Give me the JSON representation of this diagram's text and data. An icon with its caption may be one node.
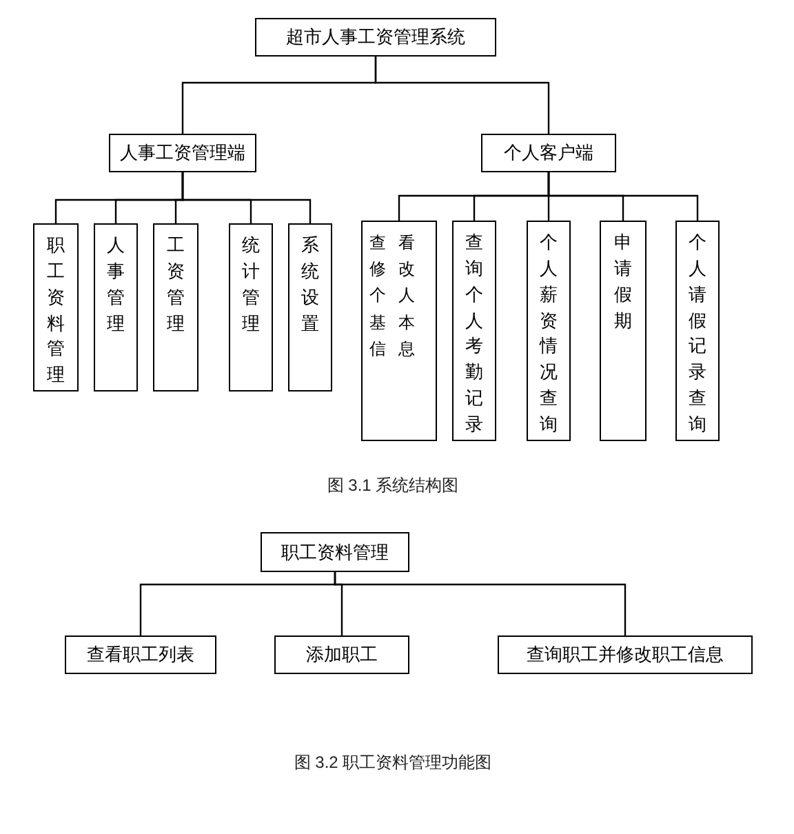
{
  "diagram": {
    "nodes": [
      {
        "text": [
          "超市人事工资管理系统"
        ]
      },
      {
        "text": [
          "人事工资管理端"
        ]
      },
      {
        "text": [
          "个人客户端"
        ]
      },
      {
        "text": [
          "职工资料管理"
        ]
      },
      {
        "text": [
          "人事管理"
        ]
      },
      {
        "text": [
          "工资管理"
        ]
      },
      {
        "text": [
          "统计管理"
        ]
      },
      {
        "text": [
          "系统设置"
        ]
      },
      {
        "text": [
          "查看修改个人基本信息"
        ]
      },
      {
        "text": [
          "查询个人考勤记录"
        ]
      },
      {
        "text": [
          "个人薪资情况查询"
        ]
      },
      {
        "text": [
          "申请假期"
        ]
      },
      {
        "text": [
          "个人请假记录查询"
        ]
      },
      {
        "text": [
          "职工资料管理"
        ]
      },
      {
        "text": [
          "查看职工列表"
        ]
      },
      {
        "text": [
          "添加职工"
        ]
      },
      {
        "text": [
          "查询职工并修改职工信息"
        ]
      }
    ],
    "edges": [
      {
        "from": 0,
        "to": 1,
        "arrow": "none"
      },
      {
        "from": 0,
        "to": 2,
        "arrow": "none"
      },
      {
        "from": 1,
        "to": 3,
        "arrow": "none"
      },
      {
        "from": 1,
        "to": 4,
        "arrow": "none"
      },
      {
        "from": 1,
        "to": 5,
        "arrow": "none"
      },
      {
        "from": 1,
        "to": 6,
        "arrow": "none"
      },
      {
        "from": 1,
        "to": 7,
        "arrow": "none"
      },
      {
        "from": 2,
        "to": 8,
        "arrow": "none"
      },
      {
        "from": 2,
        "to": 9,
        "arrow": "none"
      },
      {
        "from": 2,
        "to": 10,
        "arrow": "none"
      },
      {
        "from": 2,
        "to": 11,
        "arrow": "none"
      },
      {
        "from": 2,
        "to": 12,
        "arrow": "none"
      },
      {
        "from": 13,
        "to": 14,
        "arrow": "none"
      },
      {
        "from": 13,
        "to": 15,
        "arrow": "none"
      },
      {
        "from": 13,
        "to": 16,
        "arrow": "none"
      }
    ],
    "labels": [
      "图 3.1  系统结构图",
      "图 3.2  职工资料管理功能图"
    ]
  }
}
